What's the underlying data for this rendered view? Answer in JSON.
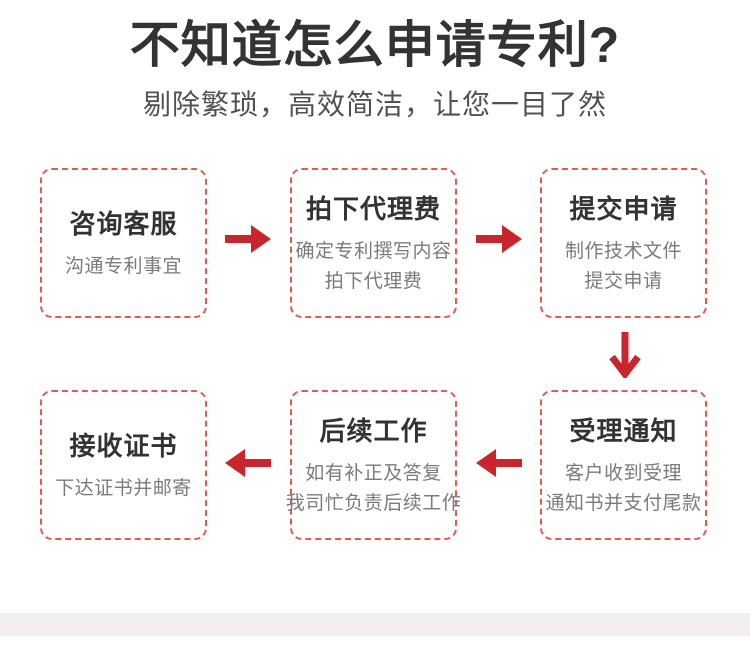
{
  "page": {
    "title": "不知道怎么申请专利?",
    "subtitle": "剔除繁琐，高效简洁，让您一目了然"
  },
  "steps": [
    {
      "title": "咨询客服",
      "lines": [
        "沟通专利事宜"
      ]
    },
    {
      "title": "拍下代理费",
      "lines": [
        "确定专利撰写内容",
        "拍下代理费"
      ]
    },
    {
      "title": "提交申请",
      "lines": [
        "制作技术文件",
        "提交申请"
      ]
    },
    {
      "title": "受理通知",
      "lines": [
        "客户收到受理",
        "通知书并支付尾款"
      ]
    },
    {
      "title": "后续工作",
      "lines": [
        "如有补正及答复",
        "我司忙负责后续工作"
      ]
    },
    {
      "title": "接收证书",
      "lines": [
        "下达证书并邮寄"
      ]
    }
  ],
  "colors": {
    "arrow_red": "#c9252c",
    "box_border_red": "#e25a53",
    "heading_text": "#333333",
    "sub_text": "#7b7b7b",
    "footer_bar": "#f2eeef"
  }
}
